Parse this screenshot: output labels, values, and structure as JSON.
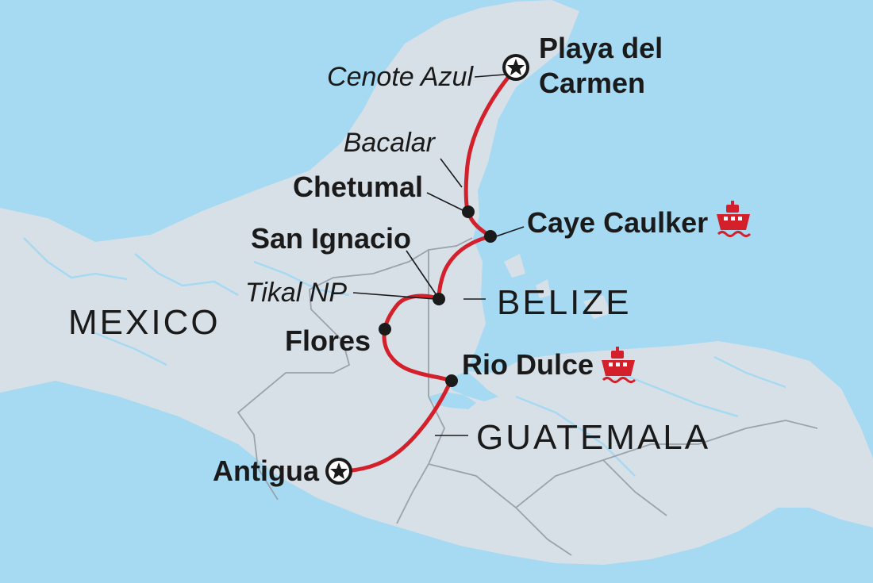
{
  "map": {
    "colors": {
      "water": "#a6d9f2",
      "land": "#d8e0e7",
      "border": "#9aa3ab",
      "river": "#a6d9f2",
      "route": "#d3202b",
      "marker": "#1a1a1a",
      "boat": "#d3202b",
      "text": "#1a1a1a"
    },
    "countries": {
      "mexico": "MEXICO",
      "belize": "BELIZE",
      "guatemala": "GUATEMALA"
    },
    "cities": {
      "playa_line1": "Playa del",
      "playa_line2": "Carmen",
      "chetumal": "Chetumal",
      "caye_caulker": "Caye Caulker",
      "san_ignacio": "San Ignacio",
      "flores": "Flores",
      "rio_dulce": "Rio Dulce",
      "antigua": "Antigua"
    },
    "points_of_interest": {
      "cenote_azul": "Cenote Azul",
      "bacalar": "Bacalar",
      "tikal": "Tikal NP"
    },
    "icons": {
      "start_end": "star-in-circle-icon",
      "stop": "dot-icon",
      "boat": "boat-icon"
    }
  }
}
